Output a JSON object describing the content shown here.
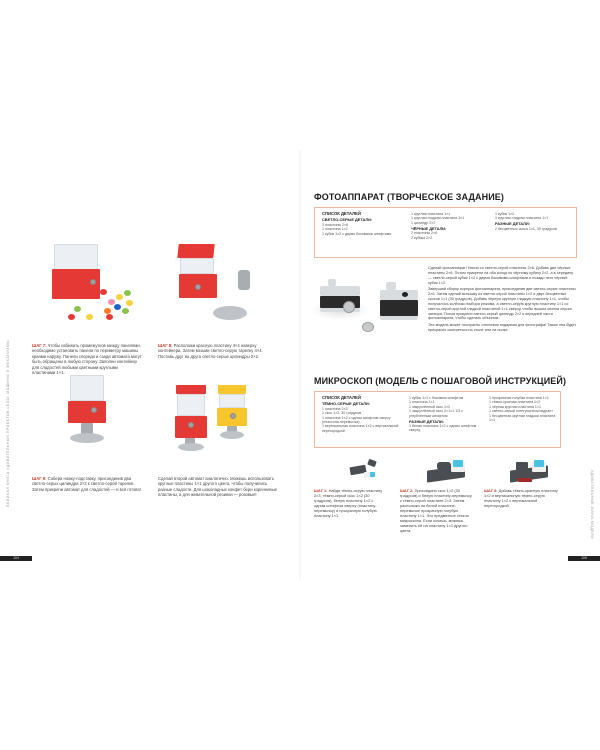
{
  "spread": {
    "left_page": {
      "folio": "104",
      "spine_text": "ВЕЛИКАЯ КНИГА УДИВИТЕЛЬНЫХ ПРОЕКТОВ LEGO: МАШИНЫ И МЕХАНИЗМЫ",
      "steps": [
        {
          "label": "ШАГ 7:",
          "text": "Чтобы избежать промежутков между панелями, необходимо установить панели по периметру машины краями наружу. Панели спереди и сзади автомата могут быть обращены в любую сторону. Заполни контейнер для сладостей любыми цветными круглыми пластинами 1×1."
        },
        {
          "label": "ШАГ 8:",
          "text": "Расположи красную пластину 4×4 наверху контейнера. Затем возьми светло-серую тарелку 4×4. Поставь друг на друга светло-серые цилиндры 2×2."
        },
        {
          "label": "ШАГ 9:",
          "text": "Собери ножку-подставку, присоединив два светло-серых цилиндра 2×2 к светло-серой тарелке. Затем прикрепи автомат для сладостей — и всё готово!"
        }
      ],
      "note": "Сделай второй автомат аналогично. Можешь использовать круглые пластины 1×1 другого цвета, чтобы получились разные сладости. Для шоколадных конфет бери коричневые пластины, а для жевательной резинки — розовые!"
    },
    "right_page": {
      "folio": "105",
      "spine_text": "УДИВИТЕЛЬНЫЕ МИНИ-МОДЕЛИ",
      "camera": {
        "title": "ФОТОАППАРАТ (ТВОРЧЕСКОЕ ЗАДАНИЕ)",
        "parts": {
          "heading": "СПИСОК ДЕТАЛЕЙ",
          "col1": {
            "group": "СВЕТЛО-СЕРЫЕ ДЕТАЛИ:",
            "items": [
              "3 пластины 2×6",
              "1 пластина 1×2",
              "1 кубик 1×2 с двумя боковыми штифтами"
            ]
          },
          "col2": {
            "items": [
              "1 круглая пластина 1×1",
              "1 круглая гладкая пластина 1×1",
              "1 цилиндр 2×2"
            ],
            "group": "ЧЁРНЫЕ ДЕТАЛИ:",
            "group_items": [
              "2 пластины 2×6",
              "2 кубика 2×2"
            ]
          },
          "col3": {
            "items": [
              "1 кубик 1×2",
              "1 круглая гладкая пластина 1×1"
            ],
            "group": "РАЗНЫЕ ДЕТАЛИ:",
            "group_items": [
              "2 бесцветных скоса 1×1, 30 градусов"
            ]
          }
        },
        "text": [
          "Сделай фотоаппарат! Начни со светло-серой пластины 2×6. Добавь две чёрные пластины 2×6. Потом прикрепи на оба конца по чёрному кубику 2×2, а в середину — светло-серый кубик 1×2 с двумя боковыми штифтами и позади него чёрный кубик 1×2.",
          "Завершай сборку корпуса фотоаппарата, присоединив две светло-серые пластины 2×6. Затем сделай вспышку из светло-серой пластины 1×2 и двух бесцветных скосов 1×1 (30 градусов). Добавь чёрную круглую гладкую пластину 1×1, чтобы получилось колёсико выбора режима, а светло-серую круглую пластину 1×1 со светло-серой круглой гладкой пластиной 1×1 сверху, чтобы вышла кнопка спуска затвора. Потом прикрепи светло-серый цилиндр 2×2 к передней части фотоаппарата, чтобы сделать объектив.",
          "Эта модель может послужить отличным подарком для фотографа! Также она будет прекрасно смотреться на столе или на полке."
        ]
      },
      "microscope": {
        "title": "МИКРОСКОП (МОДЕЛЬ С ПОШАГОВОЙ ИНСТРУКЦИЕЙ)",
        "parts": {
          "heading": "СПИСОК ДЕТАЛЕЙ",
          "col1": {
            "group": "ТЁМНО-СЕРЫЕ ДЕТАЛИ:",
            "items": [
              "1 пластина 2×3",
              "1 скос 1×2, 30 градусов",
              "1 пластина 1×2 с одним штифтом сверху (пластина-перемычка)",
              "1 вертикальная пластина 1×2 с вертикальной перегородкой"
            ]
          },
          "col2": {
            "items": [
              "1 кубик 1×1 с боковым штифтом",
              "1 пластина 1×1",
              "1 закруглённый скос 1×2",
              "1 закруглённый скос 2×1×1 1/3 с углублённым штифтом"
            ],
            "group": "РАЗНЫЕ ДЕТАЛИ:",
            "group_items": [
              "1 белая пластина 1×2 с одним штифтом сверху"
            ]
          },
          "col3": {
            "items": [
              "1 прозрачная голубая пластина 1×1",
              "1 тёмно-красная пластина 1×2",
              "1 чёрная круглая пластина 1×1",
              "1 светло-серый огнетушитель/гидрант",
              "1 бесцветная круглая гладкая пластина 1×1"
            ]
          }
        },
        "steps": [
          {
            "label": "ШАГ 1:",
            "text": "Найди тёмно-серую пластину 2×3, тёмно-серый скос 1×2 (30 градусов), белую пластину 1×2 с одним штифтом сверху (пластину-перемычку) и прозрачную голубую пластину 1×1."
          },
          {
            "label": "ШАГ 2:",
            "text": "Присоедини скос 1×2 (30 градусов) и белую пластину-перемычку к тёмно-серой пластине 2×3. Затем расположи на белой пластине-перемычке прозрачную голубую пластину 1×1. Это предметное стекло микроскопа. Если хочешь, можешь заменить её на пластину 1×1 другого цвета."
          },
          {
            "label": "ШАГ 3:",
            "text": "Добавь тёмно-красную пластину 1×2 и вертикальную тёмно-серую пластину 1×2 с вертикальной перегородкой."
          }
        ]
      }
    }
  },
  "colors": {
    "accent_red": "#c73a2a",
    "parts_border": "#e8b9a0",
    "lego_red": "#e53935",
    "lego_yellow": "#f7c62f",
    "lego_grey": "#a9adb2"
  }
}
